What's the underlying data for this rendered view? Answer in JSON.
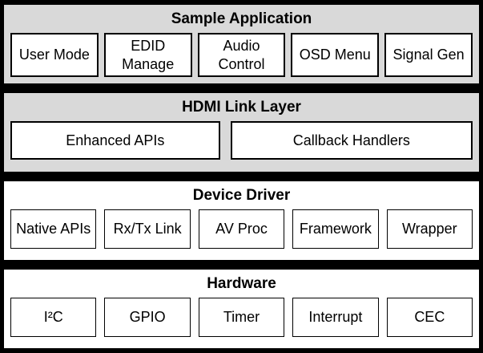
{
  "diagram": {
    "title": "HDMI software stack block diagram",
    "colors": {
      "page_background": "#000000",
      "layer_gray": "#d9d9d9",
      "layer_white": "#ffffff",
      "box_background": "#ffffff",
      "border": "#000000",
      "text": "#000000"
    },
    "layers": [
      {
        "title": "Sample Application",
        "boxes": [
          "User Mode",
          "EDID Manage",
          "Audio Control",
          "OSD Menu",
          "Signal Gen"
        ]
      },
      {
        "title": "HDMI Link Layer",
        "boxes": [
          "Enhanced APIs",
          "Callback Handlers"
        ]
      },
      {
        "title": "Device Driver",
        "boxes": [
          "Native APIs",
          "Rx/Tx Link",
          "AV Proc",
          "Framework",
          "Wrapper"
        ]
      },
      {
        "title": "Hardware",
        "boxes": [
          "I²C",
          "GPIO",
          "Timer",
          "Interrupt",
          "CEC"
        ]
      }
    ]
  }
}
